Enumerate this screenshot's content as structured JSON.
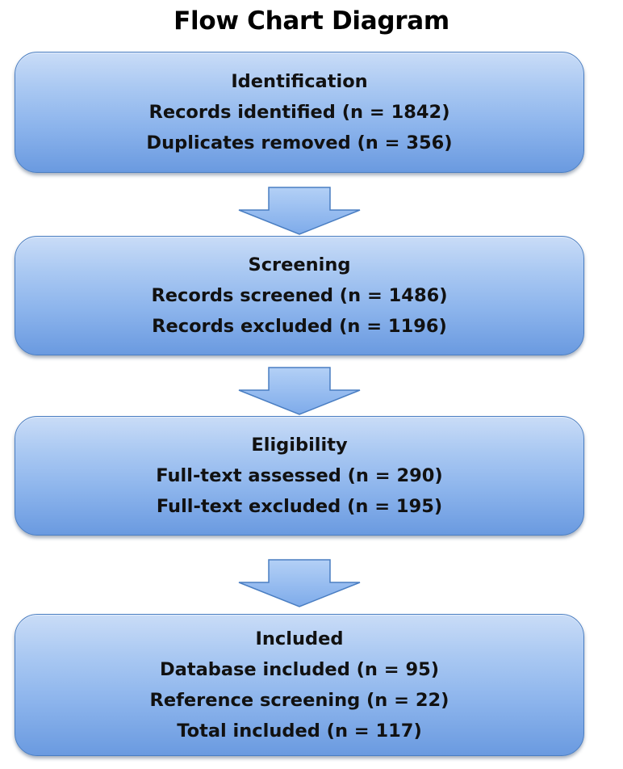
{
  "title": "Flow Chart Diagram",
  "stages": [
    {
      "heading": "Identification",
      "lines": [
        "Records identified (n = 1842)",
        "Duplicates removed (n = 356)"
      ]
    },
    {
      "heading": "Screening",
      "lines": [
        "Records screened (n = 1486)",
        "Records excluded (n = 1196)"
      ]
    },
    {
      "heading": "Eligibility",
      "lines": [
        "Full-text assessed (n = 290)",
        "Full-text excluded (n = 195)"
      ]
    },
    {
      "heading": "Included",
      "lines": [
        "Database included (n = 95)",
        "Reference screening (n = 22)",
        "Total included (n = 117)"
      ]
    }
  ],
  "colors": {
    "box_fill_top": "#c9dcf7",
    "box_fill_bottom": "#6a9ae0",
    "box_border": "#4a7ec2",
    "arrow_fill": "#8fb8ef",
    "arrow_border": "#4a7ec2",
    "text": "#111111"
  }
}
